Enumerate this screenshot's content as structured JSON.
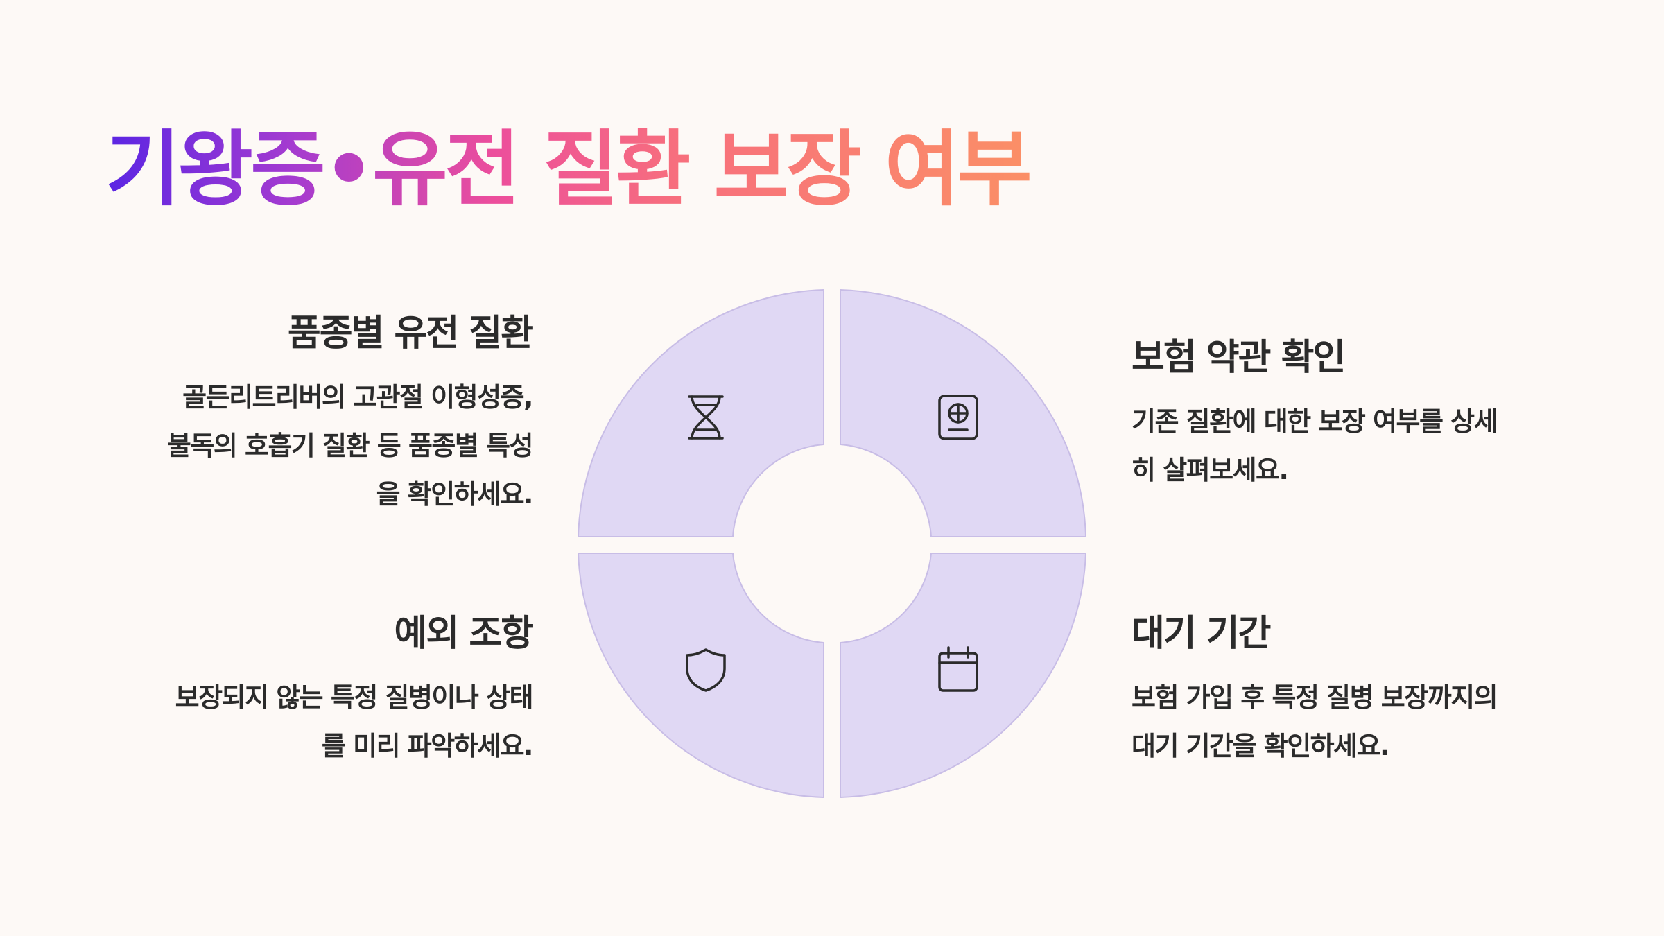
{
  "title": "기왕증•유전 질환 보장 여부",
  "sections": {
    "top_left": {
      "heading": "품종별 유전 질환",
      "lines": [
        "골든리트리버의 고관절 이형성증,",
        "불독의 호흡기 질환 등 품종별 특성",
        "을 확인하세요."
      ],
      "icon": "dna-icon"
    },
    "top_right": {
      "heading": "보험 약관 확인",
      "lines": [
        "기존 질환에 대한 보장 여부를 상세",
        "히 살펴보세요."
      ],
      "icon": "passport-icon"
    },
    "bottom_left": {
      "heading": "예외 조항",
      "lines": [
        "보장되지 않는 특정 질병이나 상태",
        "를 미리 파악하세요."
      ],
      "icon": "shield-icon"
    },
    "bottom_right": {
      "heading": "대기 기간",
      "lines": [
        "보험 가입 후 특정 질병 보장까지의",
        "대기 기간을 확인하세요."
      ],
      "icon": "calendar-icon"
    }
  },
  "colors": {
    "segment_fill": "#e0d8f4",
    "segment_stroke": "#c8bde6",
    "icon_stroke": "#2b2b2b",
    "title_gradient": [
      "#5a25e3",
      "#a43bd0",
      "#ec4e9c",
      "#f76f7d",
      "#fb8f66"
    ]
  }
}
